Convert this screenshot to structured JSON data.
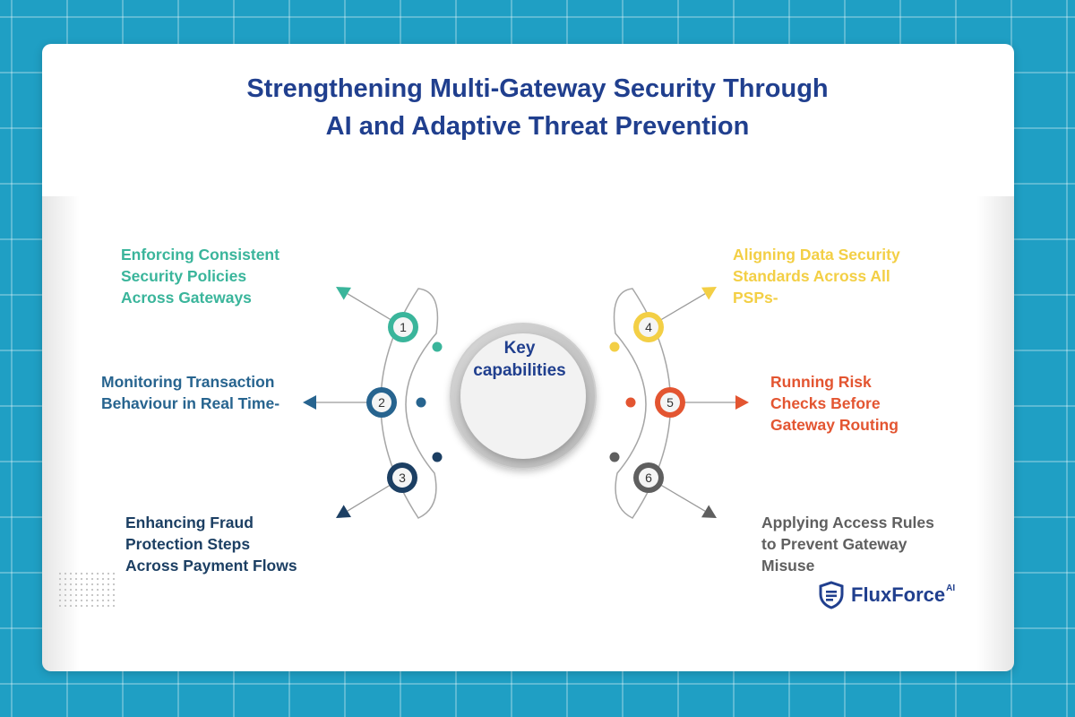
{
  "title": {
    "line1": "Strengthening Multi-Gateway Security Through",
    "line2": "AI and Adaptive Threat Prevention"
  },
  "center": {
    "line1": "Key",
    "line2": "capabilities"
  },
  "colors": {
    "title": "#203f8e",
    "teal": "#3ab59b",
    "steel_blue": "#27648f",
    "navy": "#1c3f63",
    "yellow": "#f3cf45",
    "orange_red": "#e35531",
    "gray": "#5f5f5f",
    "outline": "#a6a6a6"
  },
  "items": [
    {
      "number": "1",
      "color": "#3ab59b",
      "lines": [
        "Enforcing Consistent",
        "Security Policies",
        "Across Gateways"
      ]
    },
    {
      "number": "2",
      "color": "#27648f",
      "lines": [
        "Monitoring Transaction",
        "Behaviour in Real Time-"
      ]
    },
    {
      "number": "3",
      "color": "#1c3f63",
      "lines": [
        "Enhancing Fraud",
        "Protection Steps",
        "Across Payment Flows"
      ]
    },
    {
      "number": "4",
      "color": "#f3cf45",
      "lines": [
        "Aligning Data Security",
        "Standards Across All",
        "PSPs-"
      ]
    },
    {
      "number": "5",
      "color": "#e35531",
      "lines": [
        "Running Risk",
        "Checks Before",
        "Gateway Routing"
      ]
    },
    {
      "number": "6",
      "color": "#5f5f5f",
      "lines": [
        "Applying Access Rules",
        "to Prevent Gateway",
        "Misuse"
      ]
    }
  ],
  "logo": {
    "name": "FluxForce",
    "sup": "AI",
    "icon": "shield-icon"
  }
}
